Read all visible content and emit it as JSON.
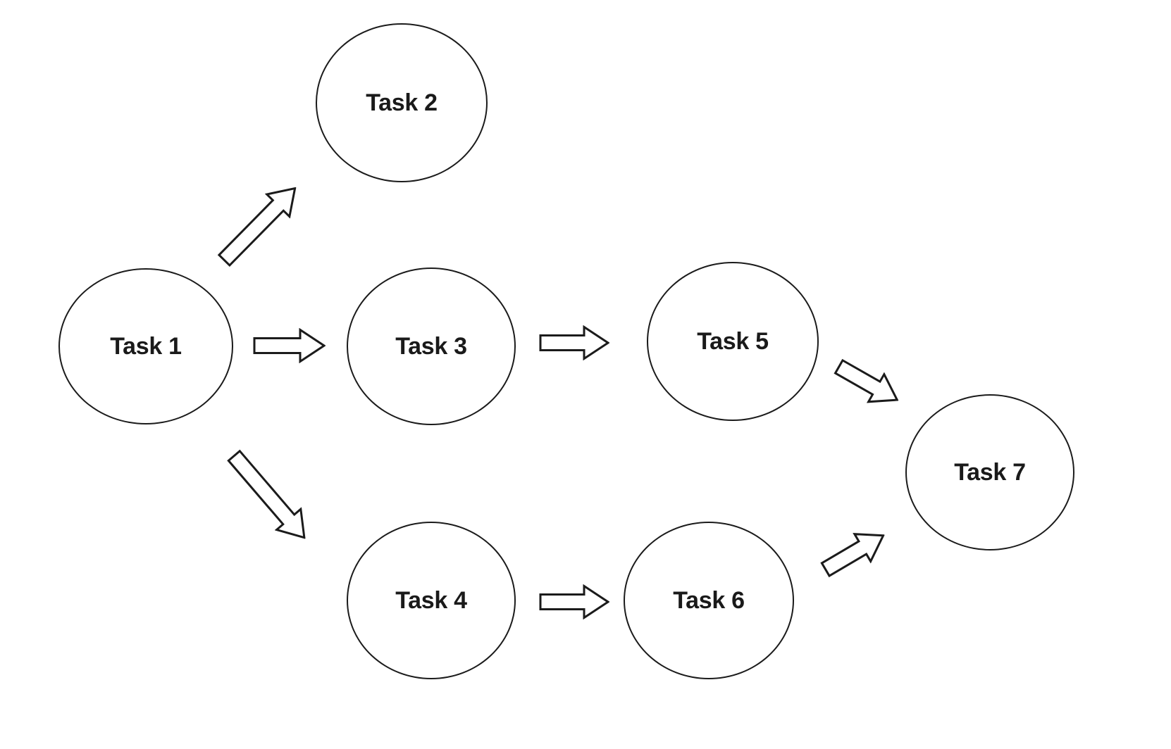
{
  "diagram": {
    "type": "flow-dependency-diagram",
    "nodes": [
      {
        "id": "task1",
        "label": "Task 1"
      },
      {
        "id": "task2",
        "label": "Task 2"
      },
      {
        "id": "task3",
        "label": "Task 3"
      },
      {
        "id": "task4",
        "label": "Task 4"
      },
      {
        "id": "task5",
        "label": "Task 5"
      },
      {
        "id": "task6",
        "label": "Task 6"
      },
      {
        "id": "task7",
        "label": "Task 7"
      }
    ],
    "edges": [
      {
        "from": "Task 1",
        "to": "Task 2"
      },
      {
        "from": "Task 1",
        "to": "Task 3"
      },
      {
        "from": "Task 1",
        "to": "Task 4"
      },
      {
        "from": "Task 3",
        "to": "Task 5"
      },
      {
        "from": "Task 4",
        "to": "Task 6"
      },
      {
        "from": "Task 5",
        "to": "Task 7"
      },
      {
        "from": "Task 6",
        "to": "Task 7"
      }
    ],
    "colors": {
      "background": "#ffffff",
      "shape_fill": "#ffffff",
      "shape_stroke": "#1b1b1b",
      "text": "#1a1a1a"
    }
  }
}
